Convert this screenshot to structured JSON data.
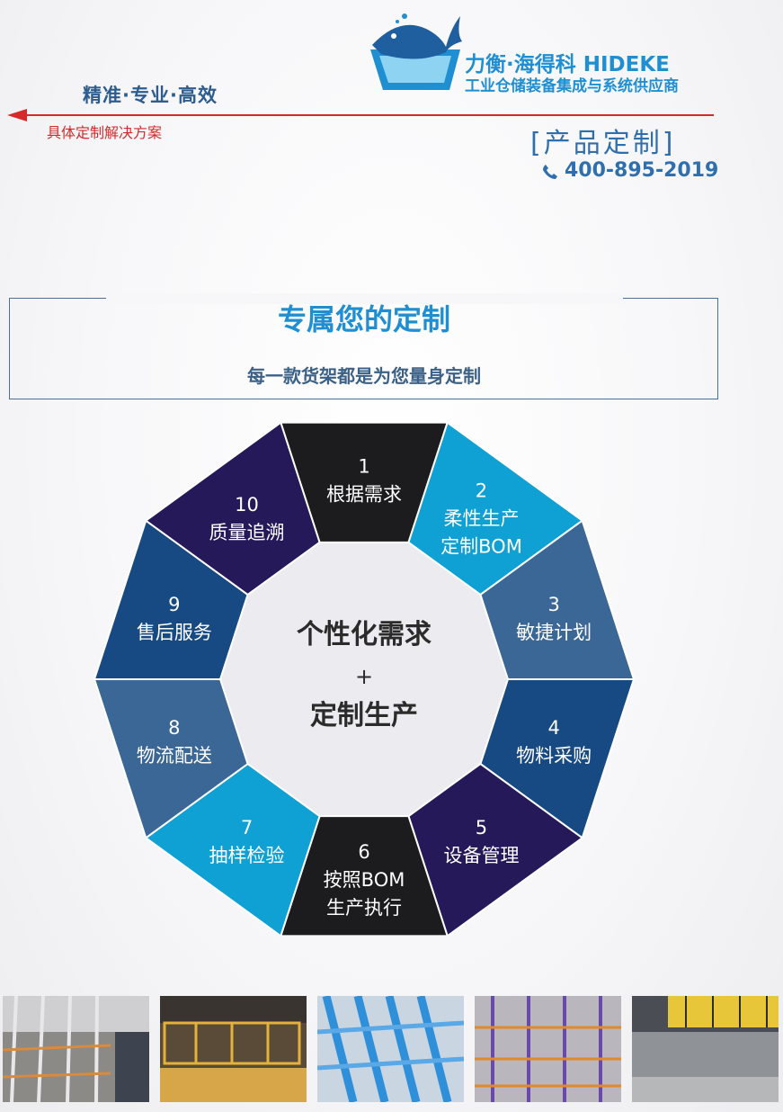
{
  "header": {
    "tagline": "精准·专业·高效",
    "subtag": "具体定制解决方案",
    "brand_name": "力衡·海得科 HIDEKE",
    "brand_sub": "工业仓储装备集成与系统供应商",
    "product_label": "[产品定制]",
    "phone": "400-895-2019"
  },
  "section": {
    "title": "专属您的定制",
    "subtitle": "每一款货架都是为您量身定制"
  },
  "diagram": {
    "center_line1": "个性化需求",
    "center_plus": "+",
    "center_line2": "定制生产",
    "steps": [
      {
        "num": "1",
        "lines": [
          "根据需求"
        ],
        "color": "#1c1c1e"
      },
      {
        "num": "2",
        "lines": [
          "柔性生产",
          "定制BOM"
        ],
        "color": "#0fa0d4"
      },
      {
        "num": "3",
        "lines": [
          "敏捷计划"
        ],
        "color": "#3b6796"
      },
      {
        "num": "4",
        "lines": [
          "物料采购"
        ],
        "color": "#174a82"
      },
      {
        "num": "5",
        "lines": [
          "设备管理"
        ],
        "color": "#26195a"
      },
      {
        "num": "6",
        "lines": [
          "按照BOM",
          "生产执行"
        ],
        "color": "#1c1c1e"
      },
      {
        "num": "7",
        "lines": [
          "抽样检验"
        ],
        "color": "#0fa0d4"
      },
      {
        "num": "8",
        "lines": [
          "物流配送"
        ],
        "color": "#3b6796"
      },
      {
        "num": "9",
        "lines": [
          "售后服务"
        ],
        "color": "#174a82"
      },
      {
        "num": "10",
        "lines": [
          "质量追溯"
        ],
        "color": "#26195a"
      }
    ]
  },
  "colors": {
    "accent_blue": "#1f8fd1",
    "accent_red": "#d42a2a",
    "dark_blue": "#2f6fad"
  },
  "photos": [
    {
      "icon": "warehouse-rack-photo"
    },
    {
      "icon": "mezzanine-photo"
    },
    {
      "icon": "blue-rack-parts-photo"
    },
    {
      "icon": "purple-rack-photo"
    },
    {
      "icon": "platform-photo"
    }
  ]
}
